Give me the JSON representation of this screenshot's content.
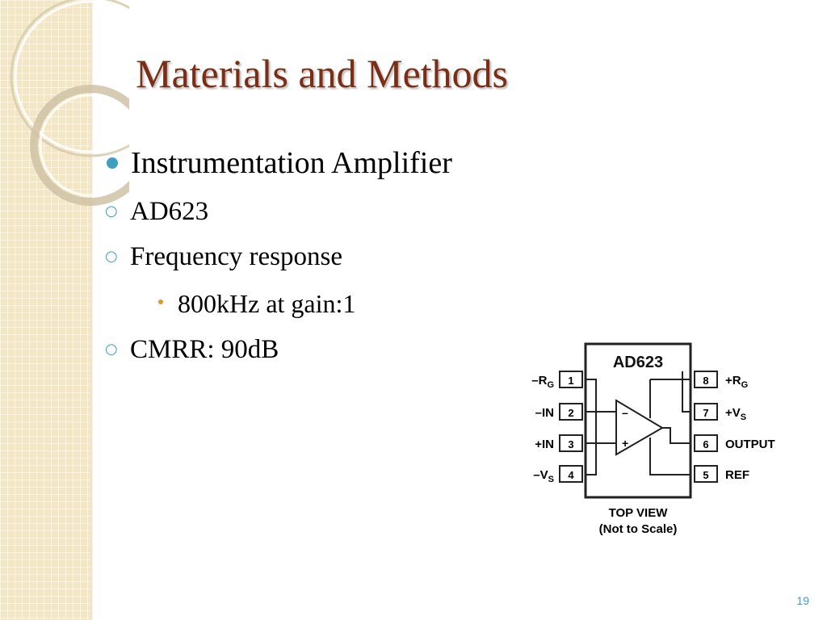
{
  "slide": {
    "title": "Materials and Methods",
    "page_number": "19",
    "accent_color": "#3f9fc0",
    "title_color": "#7a2e16"
  },
  "bullets": {
    "level1": "Instrumentation Amplifier",
    "ad623": "AD623",
    "freq": "Frequency response",
    "freq_detail": "800kHz at gain:1",
    "cmrr": "CMRR: 90dB"
  },
  "diagram": {
    "chip_name": "AD623",
    "view_label": "TOP VIEW",
    "scale_note": "(Not to Scale)",
    "left_pins": [
      {
        "num": "1",
        "label": "–R",
        "sub": "G"
      },
      {
        "num": "2",
        "label": "–IN",
        "sub": ""
      },
      {
        "num": "3",
        "label": "+IN",
        "sub": ""
      },
      {
        "num": "4",
        "label": "–V",
        "sub": "S"
      }
    ],
    "right_pins": [
      {
        "num": "8",
        "label": "+R",
        "sub": "G"
      },
      {
        "num": "7",
        "label": "+V",
        "sub": "S"
      },
      {
        "num": "6",
        "label": "OUTPUT",
        "sub": ""
      },
      {
        "num": "5",
        "label": "REF",
        "sub": ""
      }
    ],
    "opamp_minus": "–",
    "opamp_plus": "+"
  }
}
